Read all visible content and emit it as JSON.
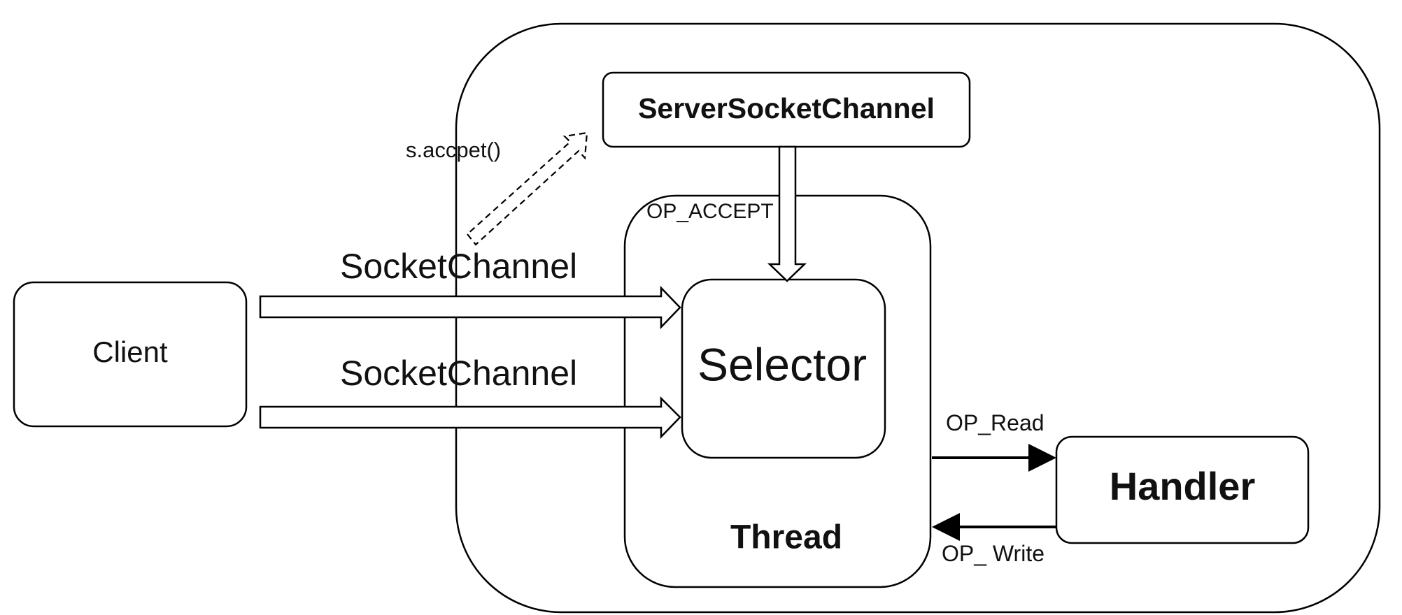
{
  "diagram": {
    "nodes": {
      "client": "Client",
      "server_socket_channel": "ServerSocketChannel",
      "selector": "Selector",
      "thread": "Thread",
      "handler": "Handler"
    },
    "labels": {
      "accept_call": "s.accpet()",
      "op_accept": "OP_ACCEPT",
      "socket_channel_1": "SocketChannel",
      "socket_channel_2": "SocketChannel",
      "op_read": "OP_Read",
      "op_write": "OP_ Write"
    }
  }
}
